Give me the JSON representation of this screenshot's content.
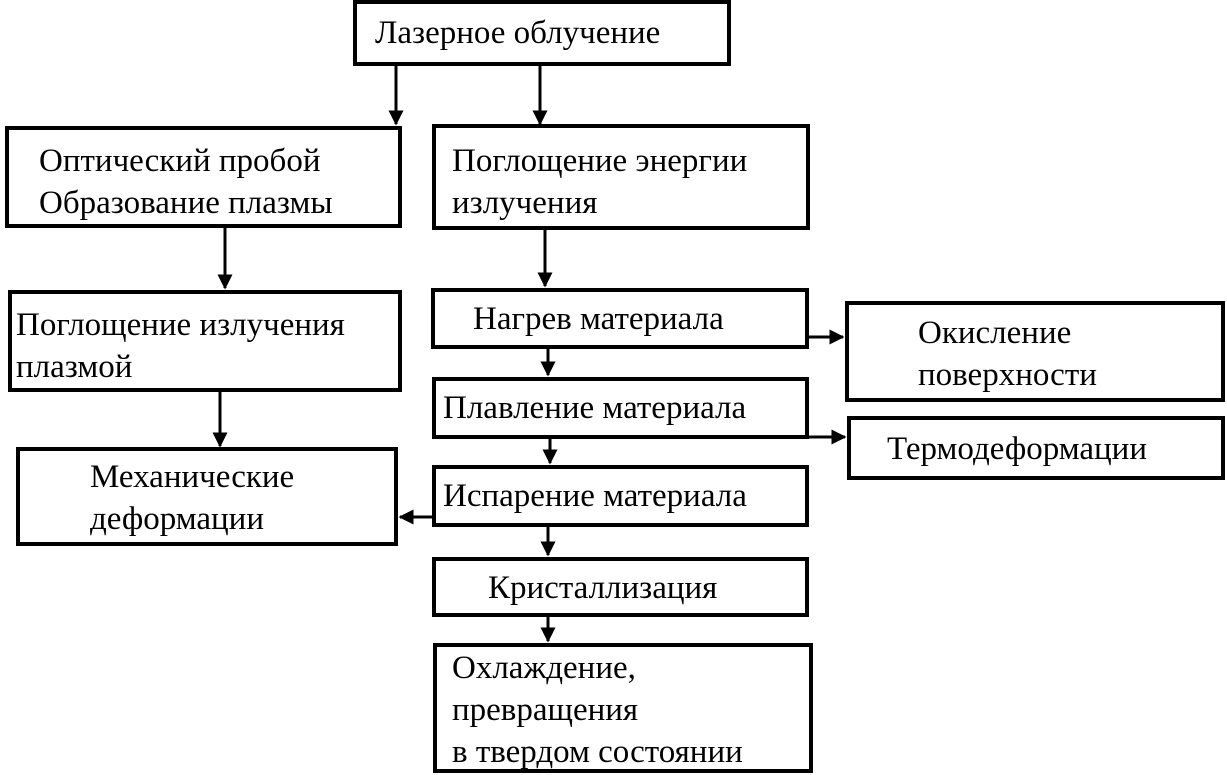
{
  "colors": {
    "stroke": "#000000",
    "background": "#ffffff"
  },
  "nodes": {
    "laser": {
      "lines": [
        "Лазерное облучение"
      ]
    },
    "optical": {
      "lines": [
        "Оптический пробой",
        "Образование плазмы"
      ]
    },
    "absorb_energy": {
      "lines": [
        "Поглощение энергии",
        "излучения"
      ]
    },
    "plasma_absorb": {
      "lines": [
        "Поглощение излучения",
        "плазмой"
      ]
    },
    "heating": {
      "lines": [
        "Нагрев материала"
      ]
    },
    "oxidation": {
      "lines": [
        "Окисление",
        "поверхности"
      ]
    },
    "melting": {
      "lines": [
        "Плавление материала"
      ]
    },
    "thermodef": {
      "lines": [
        "Термодеформации"
      ]
    },
    "mech_def": {
      "lines": [
        "Механические",
        "деформации"
      ]
    },
    "evaporation": {
      "lines": [
        "Испарение материала"
      ]
    },
    "crystallization": {
      "lines": [
        "Кристаллизация"
      ]
    },
    "cooling": {
      "lines": [
        "Охлаждение,",
        "превращения",
        "в твердом состоянии"
      ]
    }
  },
  "edges": [
    {
      "from": "laser",
      "to": "optical"
    },
    {
      "from": "laser",
      "to": "absorb_energy"
    },
    {
      "from": "optical",
      "to": "plasma_absorb"
    },
    {
      "from": "absorb_energy",
      "to": "heating"
    },
    {
      "from": "plasma_absorb",
      "to": "mech_def"
    },
    {
      "from": "heating",
      "to": "oxidation"
    },
    {
      "from": "heating",
      "to": "melting"
    },
    {
      "from": "melting",
      "to": "thermodef"
    },
    {
      "from": "melting",
      "to": "evaporation"
    },
    {
      "from": "evaporation",
      "to": "mech_def"
    },
    {
      "from": "evaporation",
      "to": "crystallization"
    },
    {
      "from": "crystallization",
      "to": "cooling"
    }
  ]
}
